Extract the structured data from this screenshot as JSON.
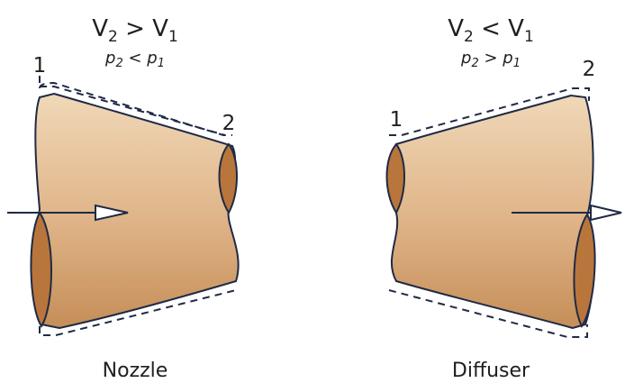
{
  "nozzle": {
    "velocity": {
      "v2": "V",
      "v2_sub": "2",
      "op": " > ",
      "v1": "V",
      "v1_sub": "1"
    },
    "pressure": {
      "p2": "p",
      "p2_sub": "2",
      "op": " < ",
      "p1": "p",
      "p1_sub": "1"
    },
    "inlet_label": "1",
    "outlet_label": "2",
    "caption": "Nozzle"
  },
  "diffuser": {
    "velocity": {
      "v2": "V",
      "v2_sub": "2",
      "op": " < ",
      "v1": "V",
      "v1_sub": "1"
    },
    "pressure": {
      "p2": "p",
      "p2_sub": "2",
      "op": " > ",
      "p1": "p",
      "p1_sub": "1"
    },
    "inlet_label": "1",
    "outlet_label": "2",
    "caption": "Diffuser"
  },
  "colors": {
    "body_light": "#f0d8b8",
    "body_mid": "#dcae80",
    "body_dark": "#c68f5a",
    "end_cap": "#b8763c",
    "outline": "#1f2a44",
    "arrow_fill": "#ffffff"
  }
}
